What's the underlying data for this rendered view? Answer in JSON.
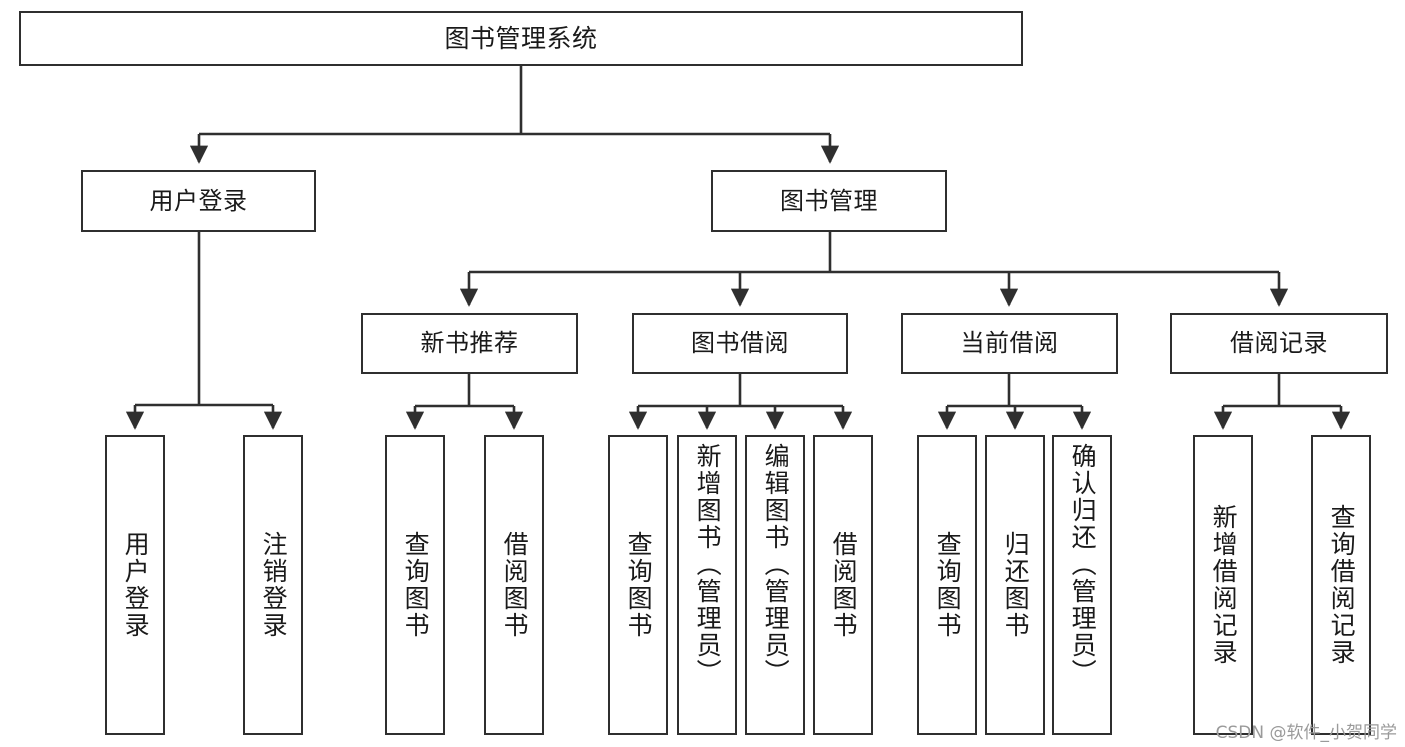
{
  "diagram": {
    "title": "图书管理系统",
    "watermark": "CSDN @软件_小贺同学"
  },
  "nodes": {
    "root": {
      "label": "图书管理系统"
    },
    "level2": [
      {
        "id": "user-login",
        "label": "用户登录"
      },
      {
        "id": "book-manage",
        "label": "图书管理"
      }
    ],
    "level3": [
      {
        "id": "new-book-recommend",
        "label": "新书推荐"
      },
      {
        "id": "book-borrow",
        "label": "图书借阅"
      },
      {
        "id": "current-borrow",
        "label": "当前借阅"
      },
      {
        "id": "borrow-record",
        "label": "借阅记录"
      }
    ],
    "leaves": {
      "user_login": [
        {
          "id": "leaf-user-login",
          "label": "用户登录"
        },
        {
          "id": "leaf-logout-login",
          "label": "注销登录"
        }
      ],
      "new_book_recommend": [
        {
          "id": "leaf-query-book-1",
          "label": "查询图书"
        },
        {
          "id": "leaf-borrow-book-1",
          "label": "借阅图书"
        }
      ],
      "book_borrow": [
        {
          "id": "leaf-query-book-2",
          "label": "查询图书"
        },
        {
          "id": "leaf-add-book",
          "label": "新增图书（管理员）"
        },
        {
          "id": "leaf-edit-book",
          "label": "编辑图书（管理员）"
        },
        {
          "id": "leaf-borrow-book-2",
          "label": "借阅图书"
        }
      ],
      "current_borrow": [
        {
          "id": "leaf-query-book-3",
          "label": "查询图书"
        },
        {
          "id": "leaf-return-book",
          "label": "归还图书"
        },
        {
          "id": "leaf-confirm-return",
          "label": "确认归还（管理员）"
        }
      ],
      "borrow_record": [
        {
          "id": "leaf-add-record",
          "label": "新增借阅记录"
        },
        {
          "id": "leaf-query-record",
          "label": "查询借阅记录"
        }
      ]
    }
  },
  "style": {
    "line_color": "#2f2f2f",
    "box_fill": "#ffffff",
    "text_color": "#1a1a1a",
    "watermark_color": "#9a9a9a"
  }
}
